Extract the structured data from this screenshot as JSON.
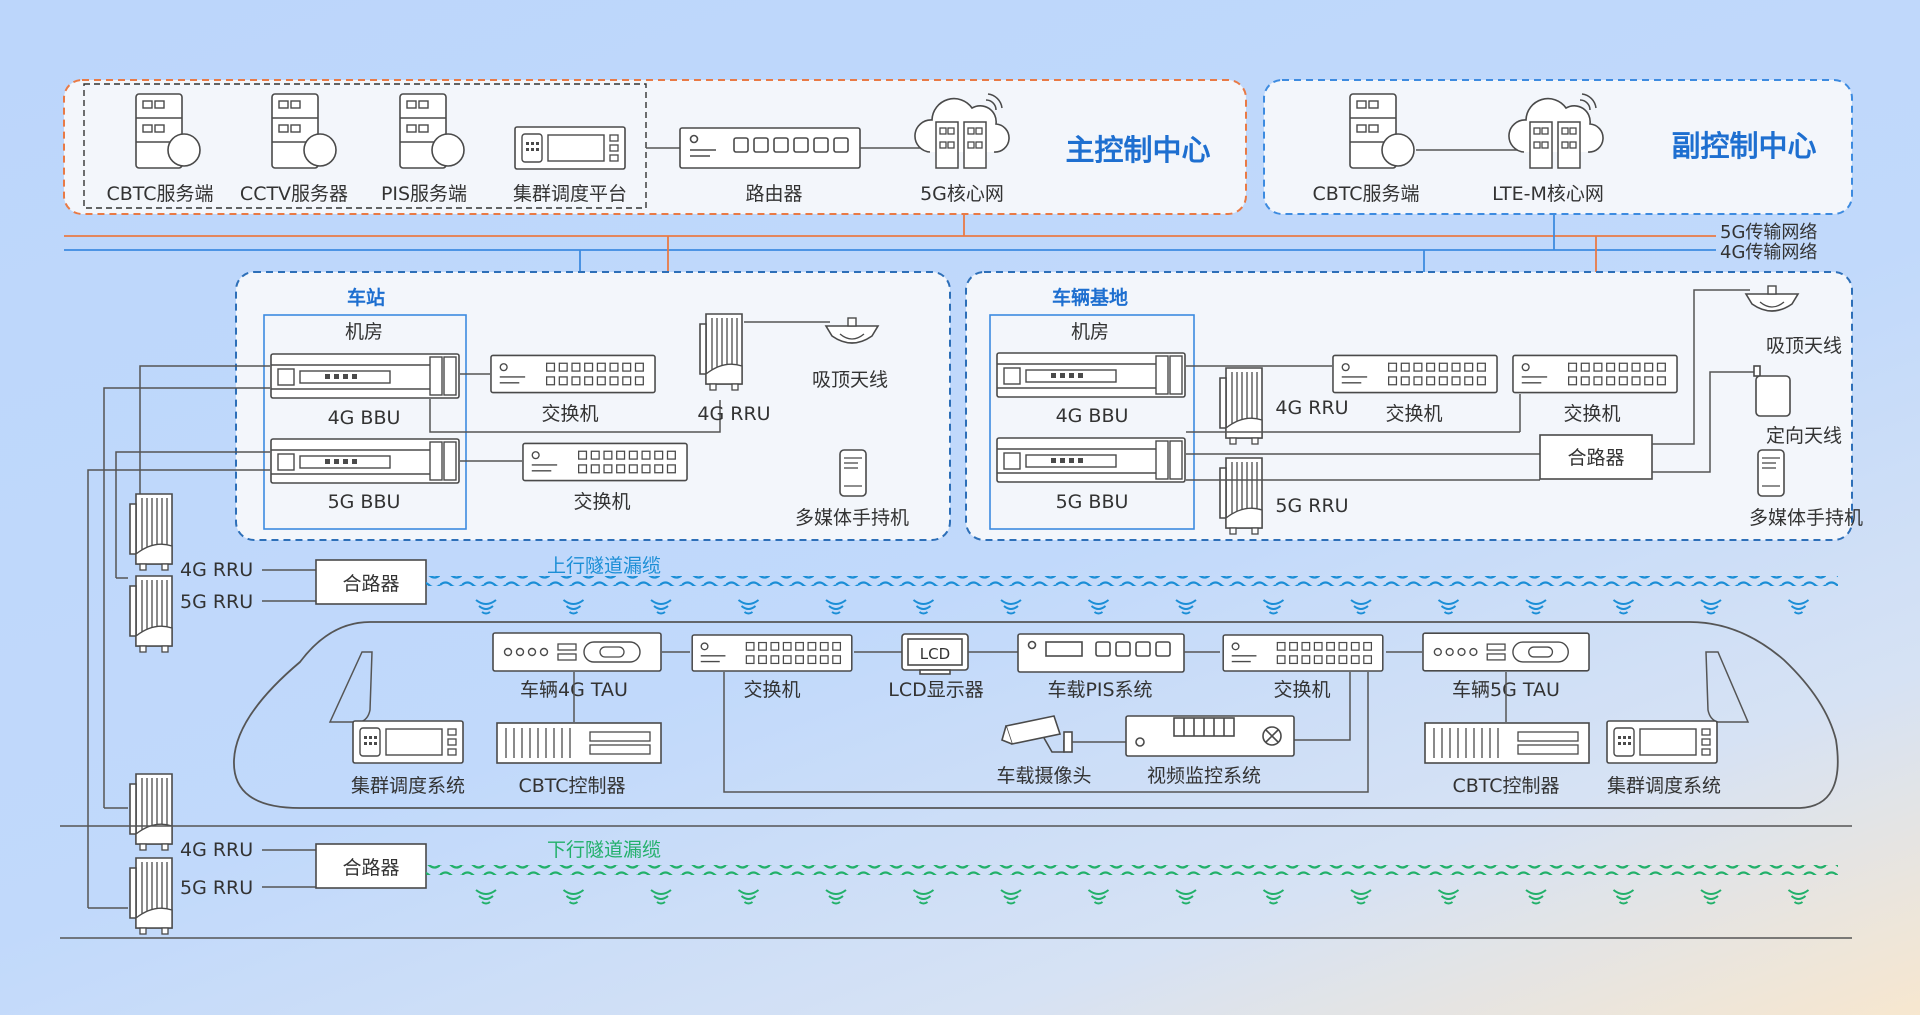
{
  "main_center": {
    "title": "主控制中心",
    "cbtc_server": "CBTC服务端",
    "cctv_server": "CCTV服务器",
    "pis_server": "PIS服务端",
    "dispatch_platform": "集群调度平台",
    "router": "路由器",
    "core_5g": "5G核心网"
  },
  "backup_center": {
    "title": "副控制中心",
    "cbtc_server": "CBTC服务端",
    "core_ltem": "LTE-M核心网"
  },
  "networks": {
    "net_5g": "5G传输网络",
    "net_4g": "4G传输网络"
  },
  "station": {
    "title": "车站",
    "machine_room": "机房",
    "bbu_4g": "4G BBU",
    "bbu_5g": "5G BBU",
    "switch_1": "交换机",
    "switch_2": "交换机",
    "rru_4g": "4G RRU",
    "ceiling_antenna": "吸顶天线",
    "handheld": "多媒体手持机"
  },
  "depot": {
    "title": "车辆基地",
    "machine_room": "机房",
    "bbu_4g": "4G BBU",
    "bbu_5g": "5G BBU",
    "rru_4g": "4G RRU",
    "rru_5g": "5G RRU",
    "switch_1": "交换机",
    "switch_2": "交换机",
    "combiner": "合路器",
    "ceiling_antenna": "吸顶天线",
    "directional_antenna": "定向天线",
    "handheld": "多媒体手持机"
  },
  "tunnel_up": {
    "rru_4g": "4G RRU",
    "rru_5g": "5G RRU",
    "combiner": "合路器",
    "cable": "上行隧道漏缆"
  },
  "tunnel_down": {
    "rru_4g": "4G RRU",
    "rru_5g": "5G RRU",
    "combiner": "合路器",
    "cable": "下行隧道漏缆"
  },
  "train": {
    "tau_4g": "车辆4G TAU",
    "switch_1": "交换机",
    "lcd": "LCD显示器",
    "lcd_glyph": "LCD",
    "pis": "车载PIS系统",
    "switch_2": "交换机",
    "tau_5g": "车辆5G TAU",
    "dispatch_left": "集群调度系统",
    "cbtc_left": "CBTC控制器",
    "camera": "车载摄像头",
    "video_monitor": "视频监控系统",
    "cbtc_right": "CBTC控制器",
    "dispatch_right": "集群调度系统"
  },
  "colors": {
    "accent": "#1e6fd0",
    "net_5g_line": "#e97a45",
    "net_4g_line": "#3d8be0",
    "up_cable": "#1b8ed6",
    "down_cable": "#22b06a"
  }
}
